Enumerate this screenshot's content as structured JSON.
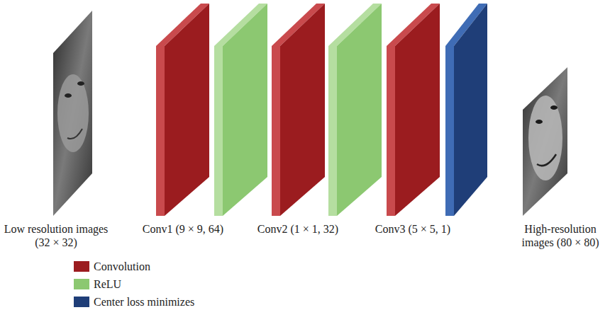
{
  "diagram": {
    "labels": [
      "Low resolution images (32 × 32)",
      "Conv1 (9 × 9, 64)",
      "Conv2 (1 × 1, 32)",
      "Conv3 (5 × 5, 1)",
      "High-resolution images (80 × 80)"
    ],
    "legend": [
      {
        "text": "Convolution",
        "color": "#9b1c1f"
      },
      {
        "text": "ReLU",
        "color": "#8cc871"
      },
      {
        "text": "Center loss minimizes",
        "color": "#1f3e78"
      }
    ]
  }
}
